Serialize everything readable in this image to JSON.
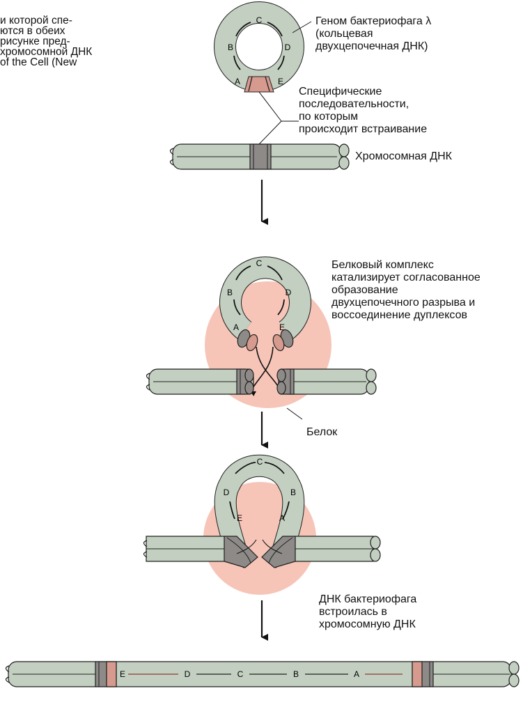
{
  "corner_text": {
    "lines": [
      "и которой спе-",
      "ются в обеих",
      "рисунке пред-",
      "хромосомной ДНК",
      "of the Cell (New"
    ]
  },
  "labels": {
    "genome": [
      "Геном бактериофага λ",
      "(кольцевая",
      "двухцепочечная ДНК)"
    ],
    "specific": [
      "Специфические",
      "последовательности,",
      "по которым",
      "происходит встраивание"
    ],
    "chromosomal_dna": "Хромосомная ДНК",
    "complex": [
      "Белковый комплекс",
      "катализирует согласованное",
      "образование",
      "двухцепочечного разрыва и",
      "воссоединение дуплексов"
    ],
    "protein": "Белок",
    "integrated": [
      "ДНК бактериофага",
      "встроилась в",
      "хромосомную ДНК"
    ]
  },
  "ring_letters": {
    "top": [
      "C",
      "B",
      "D",
      "A",
      "E"
    ],
    "middle": [
      "C",
      "B",
      "D",
      "A",
      "E"
    ],
    "bottom": [
      "C",
      "D",
      "B",
      "E",
      "A"
    ]
  },
  "linear_letters": [
    "E",
    "D",
    "C",
    "B",
    "A"
  ],
  "colors": {
    "dna": "#c3d0c1",
    "dna_outline": "#1f1f1f",
    "site": "#d69a8e",
    "site_dark": "#8d8a88",
    "protein": "#f6c5b8"
  }
}
